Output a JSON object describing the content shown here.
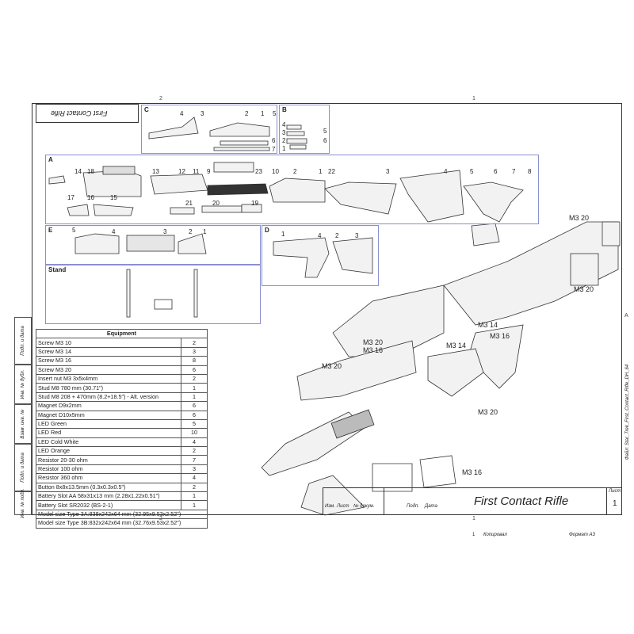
{
  "sheet_markers": {
    "top_left": "2",
    "top_right": "1",
    "bottom_left": "2",
    "bottom_right": "1",
    "right_side": "A"
  },
  "top_title": "First Contact Rifle",
  "sections": {
    "c": {
      "label": "C",
      "parts": [
        "4",
        "3",
        "2",
        "1",
        "5",
        "6",
        "7"
      ]
    },
    "b": {
      "label": "B",
      "parts": [
        "4",
        "3",
        "2",
        "1",
        "5",
        "6"
      ]
    },
    "a": {
      "label": "A",
      "parts": [
        "14",
        "18",
        "13",
        "12",
        "11",
        "9",
        "23",
        "10",
        "2",
        "1",
        "22",
        "3",
        "4",
        "5",
        "6",
        "7",
        "8",
        "17",
        "16",
        "15",
        "21",
        "20",
        "19"
      ]
    },
    "e": {
      "label": "E",
      "parts": [
        "5",
        "4",
        "3",
        "2",
        "1"
      ]
    },
    "d": {
      "label": "D",
      "parts": [
        "1",
        "4",
        "2",
        "3"
      ]
    },
    "stand": {
      "label": "Stand"
    }
  },
  "callouts": [
    "M3 20",
    "M3 20",
    "M3 14",
    "M3 20",
    "M3 16",
    "M3 14",
    "M3 16",
    "M3 20",
    "M3 20",
    "M3 16"
  ],
  "equipment": {
    "header": "Equipment",
    "rows": [
      {
        "item": "Screw M3 10",
        "qty": "2"
      },
      {
        "item": "Screw M3 14",
        "qty": "3"
      },
      {
        "item": "Screw M3 16",
        "qty": "8"
      },
      {
        "item": "Screw M3 20",
        "qty": "6"
      },
      {
        "item": "Insert nut M3 3x5x4mm",
        "qty": "2"
      },
      {
        "item": "Stud M8 780 mm (30.71\")",
        "qty": "1"
      },
      {
        "item": "Stud M8 208 + 470mm (8.2+18.5\") - Alt. version",
        "qty": "1"
      },
      {
        "item": "Magnet D9x2mm",
        "qty": "6"
      },
      {
        "item": "Magnet D10x5mm",
        "qty": "6"
      },
      {
        "item": "LED Green",
        "qty": "5"
      },
      {
        "item": "LED Red",
        "qty": "10"
      },
      {
        "item": "LED Cold White",
        "qty": "4"
      },
      {
        "item": "LED  Orange",
        "qty": "2"
      },
      {
        "item": "Resistor 20-30 ohm",
        "qty": "7"
      },
      {
        "item": "Resistor 100 ohm",
        "qty": "3"
      },
      {
        "item": "Resistor 360 ohm",
        "qty": "4"
      },
      {
        "item": "Button 8x8x13.5mm (0.3x0.3x0.5\")",
        "qty": "2"
      },
      {
        "item": "Battery Slot AA 58x31x13 mm (2.28x1.22x0.51\")",
        "qty": "1"
      },
      {
        "item": "Battery Slot SR2032 (BS-2-1)",
        "qty": "1"
      }
    ],
    "notes": [
      "Model size Type 3A:838x242x64 mm (32.95x9.53x2.52\")",
      "Model size Type 3B:832x242x64 mm (32.76x9.53x2.52\")"
    ]
  },
  "stamp": [
    "Подп. и дата",
    "Инв. № дубл.",
    "Взам. инв. №",
    "Подп. и дата",
    "Инв. № подл."
  ],
  "title_block": {
    "cols": [
      "Изм.",
      "Лист",
      "№ докум.",
      "Подп.",
      "Дата"
    ],
    "title": "First Contact Rifle",
    "sheet_label": "Лист",
    "sheet_no": "1",
    "copied": "Копировал",
    "copied_no": "1",
    "format": "Формат А3",
    "file": "Файл: Star_Trek_First_Contact_Rifle_DH_64"
  }
}
